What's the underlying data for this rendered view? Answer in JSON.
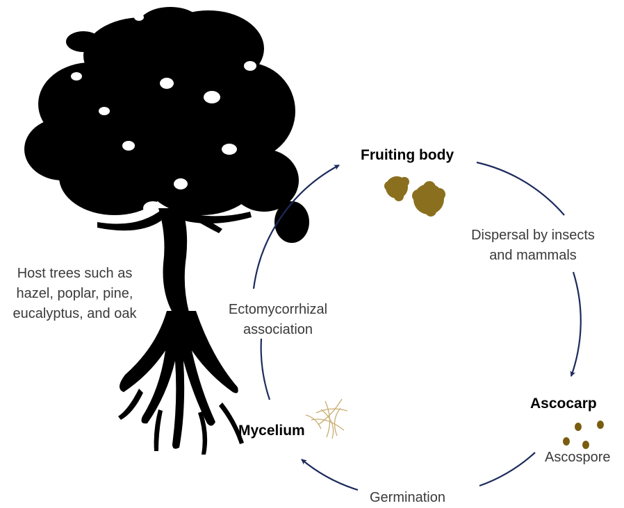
{
  "host": {
    "label_lines": [
      "Host trees such as",
      "hazel, poplar, pine,",
      "eucalyptus, and oak"
    ]
  },
  "stages": {
    "fruiting_body": "Fruiting body",
    "ascocarp": "Ascocarp",
    "ascospore": "Ascospore",
    "mycelium": "Mycelium"
  },
  "transitions": {
    "dispersal_lines": [
      "Dispersal by insects",
      "and mammals"
    ],
    "germination": "Germination",
    "ectomycorrhizal_lines": [
      "Ectomycorrhizal",
      "association"
    ]
  },
  "colors": {
    "cycle_arrow": "#1c2a5c",
    "fungus": "#8a6f1e",
    "spore": "#7a5c10",
    "mycelium": "#c9ad72",
    "tree": "#000000",
    "text": "#3a3a3a"
  },
  "icons": {
    "tree": "tree-silhouette-icon",
    "truffle": "truffle-icon",
    "spore": "spore-icon",
    "mycelium": "mycelium-icon"
  }
}
